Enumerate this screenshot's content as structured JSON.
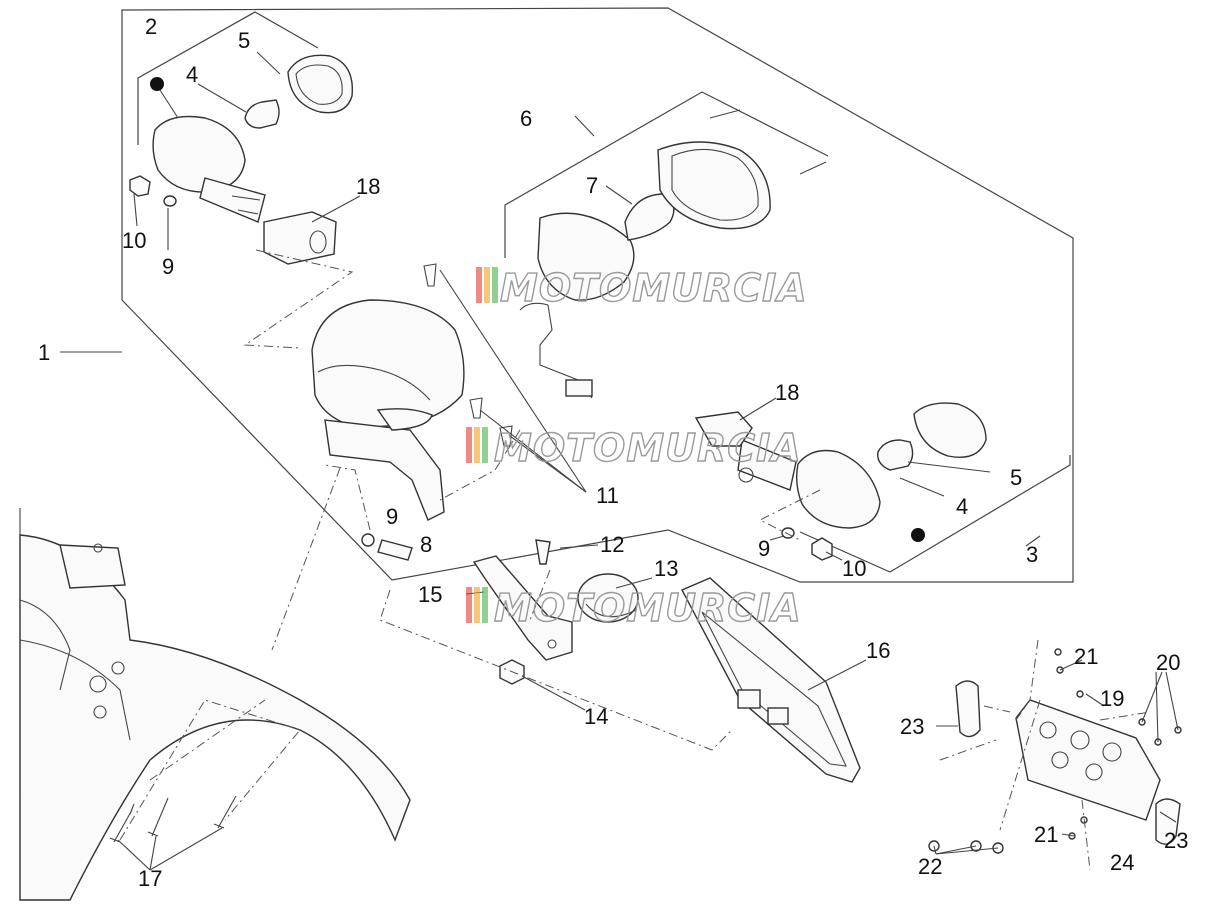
{
  "callouts": {
    "c1": "1",
    "c2": "2",
    "c3": "3",
    "c4a": "4",
    "c4b": "4",
    "c5a": "5",
    "c5b": "5",
    "c6": "6",
    "c7": "7",
    "c8": "8",
    "c9a": "9",
    "c9b": "9",
    "c9c": "9",
    "c10a": "10",
    "c10b": "10",
    "c11": "11",
    "c12": "12",
    "c13": "13",
    "c14": "14",
    "c15": "15",
    "c16": "16",
    "c17": "17",
    "c18a": "18",
    "c18b": "18",
    "c19": "19",
    "c20": "20",
    "c21a": "21",
    "c21b": "21",
    "c22": "22",
    "c23a": "23",
    "c23b": "23",
    "c24": "24"
  },
  "watermark": {
    "w1": "MOTOMURCIA",
    "w2": "MOTOMURCIA",
    "w3": "MOTOMURCIA"
  },
  "watermark_colors": [
    "#e23b3b",
    "#f0a020",
    "#48b04a",
    "#c8c8c8"
  ]
}
